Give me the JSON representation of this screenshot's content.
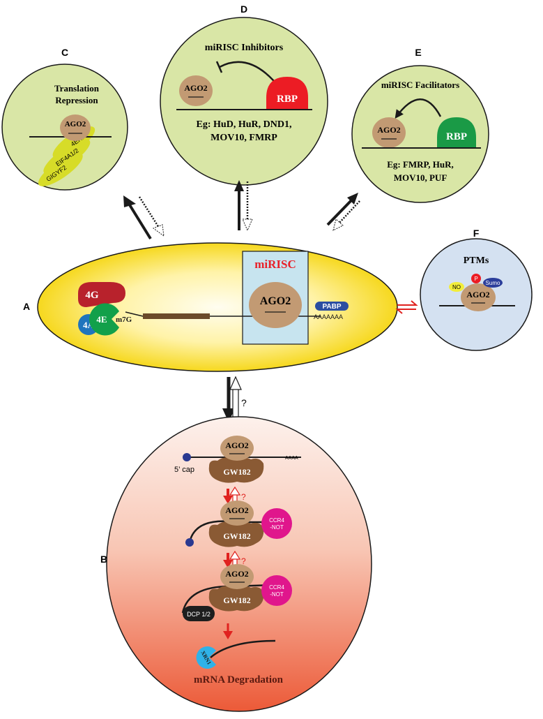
{
  "panel_letters": {
    "a": "A",
    "b": "B",
    "c": "C",
    "d": "D",
    "e": "E",
    "f": "F"
  },
  "panel_c": {
    "title_line1": "Translation",
    "title_line2": "Repression",
    "ago2": "AGO2",
    "factors": [
      "GIGYF2",
      "EIF4A1/2",
      "4EHP"
    ]
  },
  "panel_d": {
    "title": "miRISC Inhibitors",
    "ago2": "AGO2",
    "rbp": "RBP",
    "examples_line1": "Eg: HuD, HuR, DND1,",
    "examples_line2": "MOV10, FMRP"
  },
  "panel_e": {
    "title": "miRISC Facilitators",
    "ago2": "AGO2",
    "rbp": "RBP",
    "examples_line1": "Eg: FMRP, HuR,",
    "examples_line2": "MOV10, PUF"
  },
  "panel_f": {
    "title": "PTMs",
    "no": "NO",
    "p": "P",
    "sumo": "Sumo",
    "ago2": "AGO2"
  },
  "panel_a": {
    "mirisc": "miRISC",
    "ago2": "AGO2",
    "eif4g": "4G",
    "eif4e": "4E",
    "eif4a": "4A",
    "cap": "m7G",
    "pabp": "PABP",
    "polya": "AAAAAAA"
  },
  "question_mark": "?",
  "panel_b": {
    "ago2": "AGO2",
    "gw182": "GW182",
    "cap_label": "5’ cap",
    "polya": "AAAA",
    "ccr4_line1": "CCR4",
    "ccr4_line2": "-NOT",
    "dcp": "DCP 1/2",
    "xrn1": "XRN1",
    "title": "mRNA Degradation"
  },
  "colors": {
    "panel_green": "#d9e6a6",
    "panel_blue": "#d4e1f1",
    "ago2_brown": "#c29a73",
    "rbp_red": "#ec1c24",
    "rbp_green": "#1a9a46",
    "eif4g_red": "#b8222c",
    "eif4e_green": "#12a04a",
    "eif4a_blue": "#1f74bd",
    "pabp_blue": "#2b4ea1",
    "ccr4_magenta": "#e0168c",
    "xrn1_cyan": "#2fb2e8",
    "yellow_factor": "#d7dc28",
    "arrow_red": "#e0221f"
  }
}
